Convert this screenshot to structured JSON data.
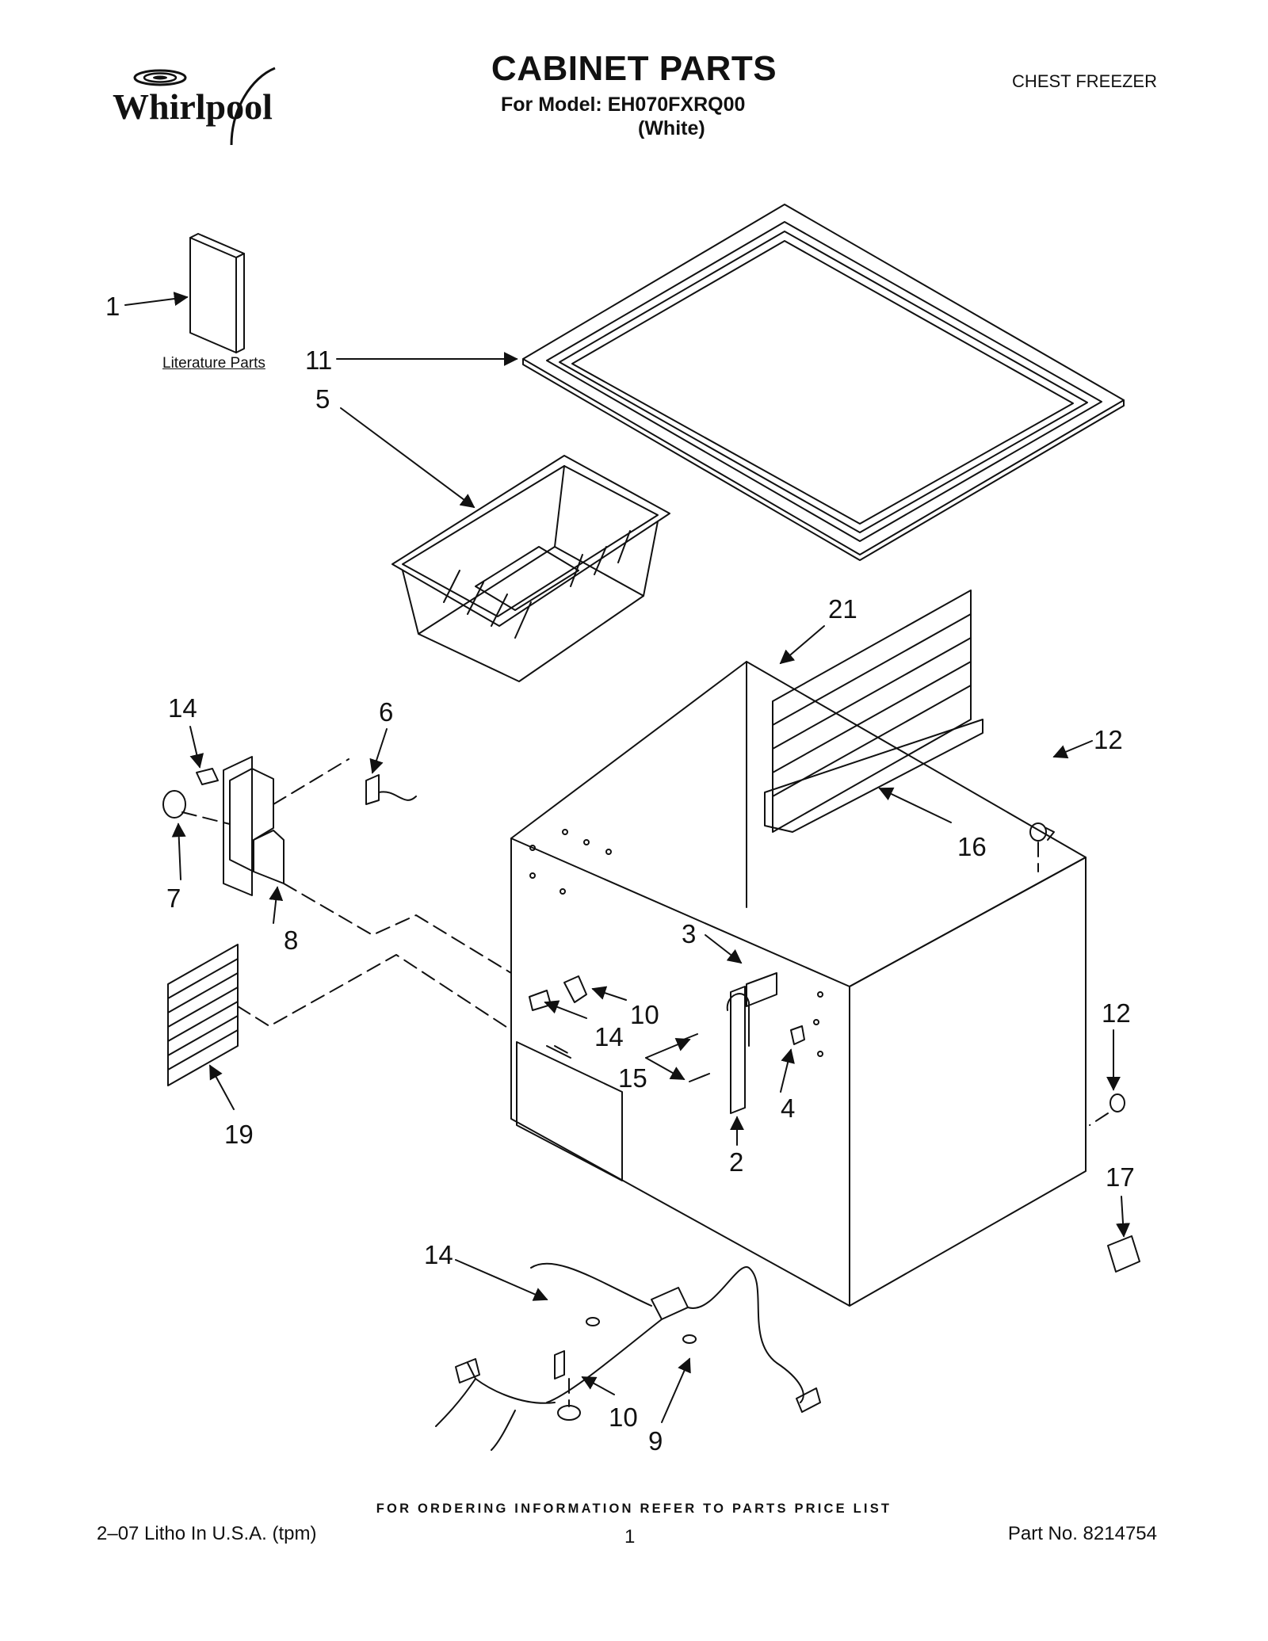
{
  "brand": {
    "logo_text": "Whirlpool"
  },
  "header": {
    "title": "CABINET PARTS",
    "model_line": "For Model: EH070FXRQ00",
    "color_line": "(White)",
    "product_type": "CHEST FREEZER"
  },
  "labels": {
    "literature": "Literature Parts"
  },
  "callouts": [
    "1",
    "11",
    "5",
    "21",
    "14",
    "6",
    "12",
    "7",
    "16",
    "8",
    "3",
    "10",
    "14",
    "12",
    "15",
    "4",
    "19",
    "2",
    "17",
    "14",
    "10",
    "9"
  ],
  "footer": {
    "ordering_info": "FOR ORDERING INFORMATION REFER TO PARTS PRICE LIST",
    "litho": "2–07 Litho In U.S.A. (tpm)",
    "page": "1",
    "part_no": "Part No. 8214754"
  },
  "colors": {
    "ink": "#111111",
    "paper": "#ffffff"
  }
}
